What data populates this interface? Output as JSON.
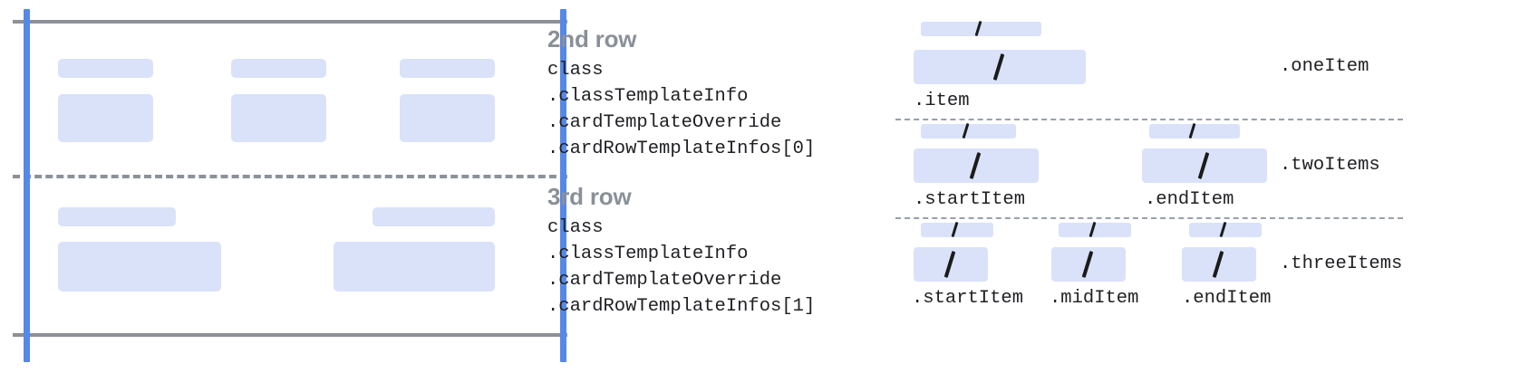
{
  "diagram": {
    "title_hidden": "",
    "rows": [
      {
        "id": "row2",
        "heading": "2nd row",
        "code_lines": [
          "class",
          ".classTemplateInfo",
          ".cardTemplateOverride",
          ".cardRowTemplateInfos[0]"
        ]
      },
      {
        "id": "row3",
        "heading": "3rd row",
        "code_lines": [
          "class",
          ".classTemplateInfo",
          ".cardTemplateOverride",
          ".cardRowTemplateInfos[1]"
        ]
      }
    ]
  },
  "variants": [
    {
      "name": ".oneItem",
      "items": [
        {
          "label": ".item"
        }
      ]
    },
    {
      "name": ".twoItems",
      "items": [
        {
          "label": ".startItem"
        },
        {
          "label": ".endItem"
        }
      ]
    },
    {
      "name": ".threeItems",
      "items": [
        {
          "label": ".startItem"
        },
        {
          "label": ".midItem"
        },
        {
          "label": ".endItem"
        }
      ]
    }
  ],
  "colors": {
    "placeholder_fill": "#dae2f9",
    "guide_blue": "#5588e8",
    "rule_gray": "#8c9199",
    "heading_gray": "#8a9099",
    "code_text": "#202124",
    "slash_glyph": "#1b1b1b",
    "background": "#ffffff"
  },
  "glyphs": {
    "text_slash": "/"
  }
}
